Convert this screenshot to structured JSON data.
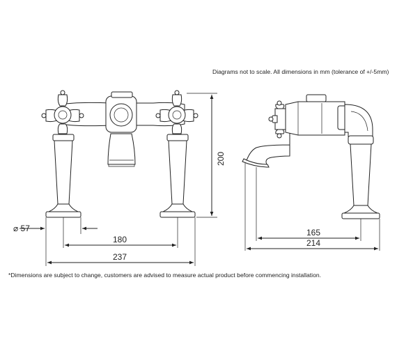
{
  "notes": {
    "scale": "Diagrams not to scale. All dimensions in mm (tolerance of +/-5mm)",
    "disclaimer": "*Dimensions are subject to change, customers are advised to measure actual product before commencing installation."
  },
  "dimensions": {
    "height": "200",
    "base_diameter": "⌀ 57",
    "centres": "180",
    "overall_width": "237",
    "spout_reach": "165",
    "overall_depth": "214"
  }
}
